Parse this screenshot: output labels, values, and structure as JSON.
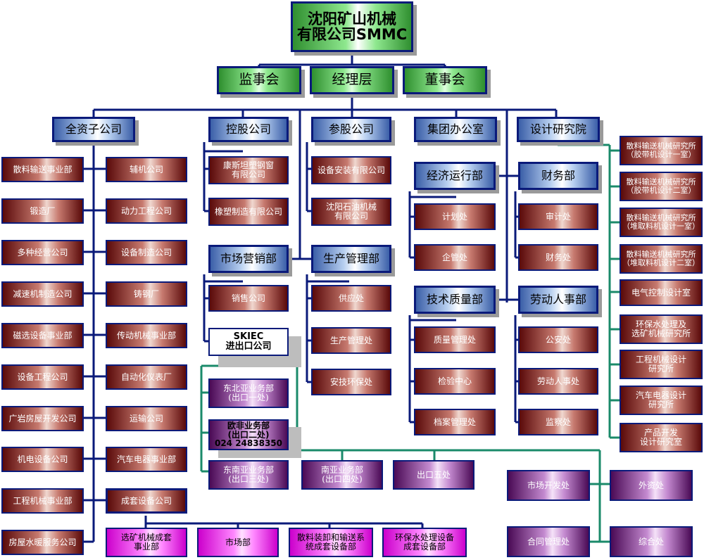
{
  "top": "沈阳矿山机械\n有限公司SMMC",
  "level2": [
    "监事会",
    "经理层",
    "董事会"
  ],
  "divisions": {
    "wholly_owned": "全资子公司",
    "holding": "控股公司",
    "participating": "参股公司",
    "group_office": "集团办公室",
    "design_institute": "设计研究院",
    "marketing": "市场营销部",
    "production": "生产管理部",
    "economic": "经济运行部",
    "finance": "财务部",
    "tech_quality": "技术质量部",
    "hr": "劳动人事部"
  },
  "wholly_owned_left": [
    "散料输送事业部",
    "锻造厂",
    "多种经营公司",
    "减速机制造公司",
    "磁选设备事业部",
    "设备工程公司",
    "广岩房屋开发公司",
    "机电设备公司",
    "工程机械事业部",
    "房屋水暖服务公司"
  ],
  "wholly_owned_right": [
    "辅机公司",
    "动力工程公司",
    "设备制造公司",
    "铸钢厂",
    "传动机械事业部",
    "自动化仪表厂",
    "运输公司",
    "汽车电器事业部"
  ],
  "complete_sets": "成套设备公司",
  "complete_sets_children": [
    "选矿机械成套\n事业部",
    "市场部",
    "散料装卸和输送系\n统成套设备部",
    "环保水处理设备\n成套设备部"
  ],
  "holding_items": [
    "康斯坦塑钢窗\n有限公司",
    "橡塑制造有限公司"
  ],
  "participating_items": [
    "设备安装有限公司",
    "沈阳石油机械\n有限公司"
  ],
  "marketing_items": [
    "销售公司"
  ],
  "skiec": "SKIEC\n进出口公司",
  "export_items": [
    "东北亚业务部\n(出口一处)",
    "欧非业务部\n(出口二处)\n024  24838350",
    "东南亚业务部\n(出口三处)",
    "南亚业务部\n(出口四处)",
    "出口五处"
  ],
  "production_items": [
    "供应处",
    "生产管理处",
    "安技环保处"
  ],
  "economic_items": [
    "计划处",
    "企管处"
  ],
  "finance_items": [
    "审计处",
    "财务处"
  ],
  "tech_items": [
    "质量管理处",
    "检验中心",
    "档案管理处"
  ],
  "hr_items": [
    "公安处",
    "劳动人事处",
    "监察处"
  ],
  "bottom_right": [
    "市场开发处",
    "外资处",
    "合同管理处",
    "综合处"
  ],
  "design_items": [
    "散料输送机械研究所\n（胶带机设计一室）",
    "散料输送机械研究所\n（胶带机设计二室）",
    "散料输送机械研究所\n（堆取料机设计一室）",
    "散料输送机械研究所\n（堆取料机设计二室）",
    "电气控制设计室",
    "环保水处理及\n选矿机械研究所",
    "工程机械设计\n研究所",
    "汽车电器设计\n研究所",
    "产品开发\n设计研究室"
  ]
}
